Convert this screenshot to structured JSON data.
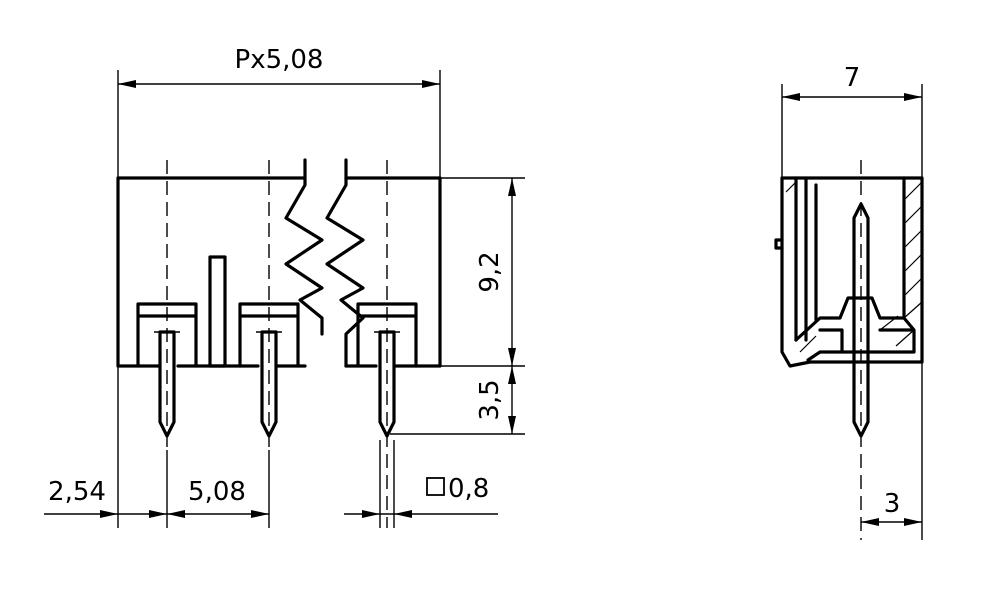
{
  "dimensions": {
    "overall_length": "Px5,08",
    "depth": "7",
    "body_height": "9,2",
    "pin_length": "3,5",
    "edge_to_pin": "2,54",
    "pitch": "5,08",
    "pin_section": "0,8",
    "pin_offset_side": "3"
  },
  "pin_section_symbol": "square"
}
